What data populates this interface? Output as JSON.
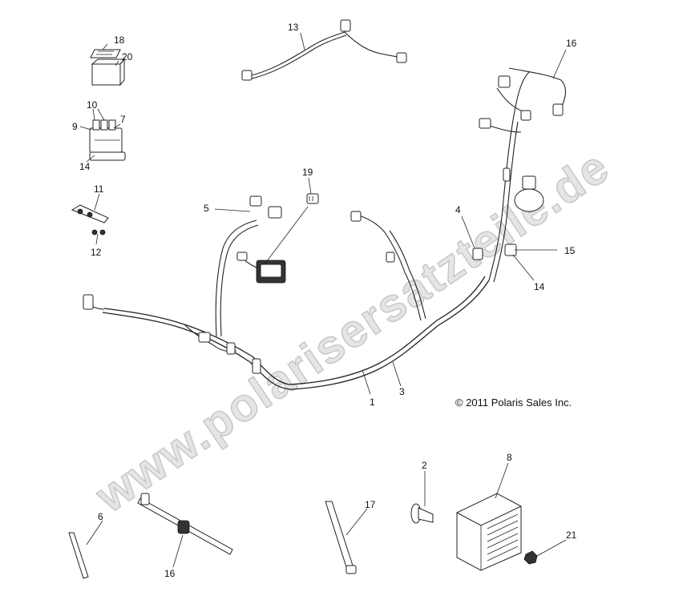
{
  "copyright": "© 2011 Polaris Sales Inc.",
  "watermark": "www.polarisersatzteile.de",
  "callouts": {
    "c1": "1",
    "c2": "2",
    "c3": "3",
    "c4": "4",
    "c5": "5",
    "c6": "6",
    "c7": "7",
    "c8": "8",
    "c9": "9",
    "c10": "10",
    "c11": "11",
    "c12": "12",
    "c13": "13",
    "c14a": "14",
    "c14b": "14",
    "c15": "15",
    "c16a": "16",
    "c16b": "16",
    "c17": "17",
    "c18": "18",
    "c19": "19",
    "c20": "20",
    "c21": "21"
  }
}
